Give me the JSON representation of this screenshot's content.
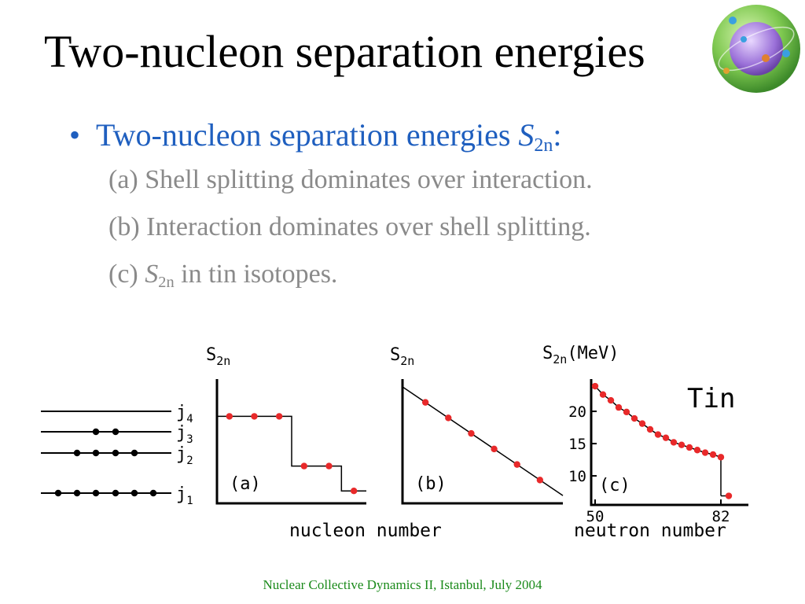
{
  "title": "Two-nucleon separation energies",
  "bullet": {
    "text": "Two-nucleon separation energies ",
    "symbol": "S",
    "symbol_sub": "2n",
    "suffix": ":"
  },
  "subitems": {
    "a": "(a) Shell splitting dominates over interaction.",
    "b": "(b) Interaction dominates over shell splitting.",
    "c_prefix": "(c) ",
    "c_symbol": "S",
    "c_sub": "2n",
    "c_suffix": " in tin isotopes."
  },
  "levels": {
    "labels": [
      "j",
      "j",
      "j",
      "j"
    ],
    "subs": [
      "4",
      "3",
      "2",
      "1"
    ],
    "occupancy": [
      0,
      2,
      4,
      6
    ]
  },
  "chart_data": [
    {
      "type": "line",
      "ylabel_main": "S",
      "ylabel_sub": "2n",
      "panel_label": "(a)",
      "x": [
        1,
        2,
        3,
        4,
        5,
        6
      ],
      "y": [
        4,
        4,
        4,
        2,
        2,
        1
      ],
      "xlim": [
        0.5,
        6.5
      ],
      "ylim": [
        0.5,
        5.5
      ],
      "step": true
    },
    {
      "type": "line",
      "ylabel_main": "S",
      "ylabel_sub": "2n",
      "panel_label": "(b)",
      "x": [
        1,
        2,
        3,
        4,
        5,
        6
      ],
      "y": [
        6,
        5,
        4,
        3,
        2,
        1
      ],
      "xlim": [
        0,
        7
      ],
      "ylim": [
        -0.5,
        7.5
      ],
      "step": false
    },
    {
      "type": "line",
      "ylabel_main": "S",
      "ylabel_sub": "2n",
      "ylabel_unit": "(MeV)",
      "panel_label": "(c)",
      "annotation": "Tin",
      "x": [
        50,
        52,
        54,
        56,
        58,
        60,
        62,
        64,
        66,
        68,
        70,
        72,
        74,
        76,
        78,
        80,
        82,
        84
      ],
      "y": [
        23.9,
        22.6,
        21.7,
        20.6,
        19.9,
        18.9,
        18.1,
        17.2,
        16.4,
        15.9,
        15.2,
        14.8,
        14.4,
        14.0,
        13.6,
        13.3,
        12.9,
        6.9
      ],
      "xlim": [
        49,
        89
      ],
      "ylim": [
        5.5,
        25
      ],
      "yticks": [
        10,
        15,
        20
      ],
      "xticks": [
        50,
        82
      ]
    }
  ],
  "xaxis_text": {
    "shared": "nucleon number",
    "tin": "neutron number"
  },
  "footer": "Nuclear Collective Dynamics II, Istanbul, July 2004"
}
